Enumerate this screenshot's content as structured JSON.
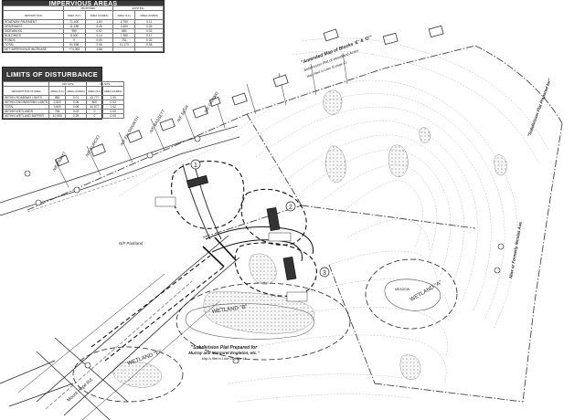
{
  "impervious_table": {
    "title": "IMPERVIOUS AREAS",
    "group_headers": [
      "PROPOSED",
      "EXISTING"
    ],
    "columns": [
      "DESCRIPTION",
      "AREA (S.F.)",
      "AREA (ACRES)",
      "AREA (S.F.)",
      "AREA (ACRES)"
    ],
    "rows": [
      [
        "ROADWAY PAVEMENT",
        "71,400",
        "1.64",
        "2,790",
        "0.11"
      ],
      [
        "DRIVEWAYS",
        "11,188",
        "0.26",
        "2,600",
        "0.06"
      ],
      [
        "SIDEWALKS",
        "950",
        "0.02",
        "680",
        "0.02"
      ],
      [
        "BUILDINGS",
        "8,000",
        "0.14",
        "7,350",
        "0.17"
      ],
      [
        "PONDS",
        "0",
        "0.00",
        "751",
        "0.02"
      ],
      [
        "TOTAL",
        "91,538",
        "2.06",
        "11,173",
        "0.38"
      ],
      [
        "NET IMPERVIOUS INCREASE",
        "+74,365",
        "1.68",
        "",
        ""
      ]
    ]
  },
  "disturbance_table": {
    "title": "LIMITS OF DISTURBANCE",
    "group_headers": [
      "OFF-SITE",
      "ON-SITE"
    ],
    "columns": [
      "DESCRIPTION OF AREA",
      "AREA (S.F.)",
      "AREA (ACRES)",
      "AREA (S.F.)",
      "AREA (ACRES)"
    ],
    "rows": [
      [
        "WITHIN ROADWAY LIMITS",
        "880",
        "0.01",
        "43,777",
        "1.00"
      ],
      [
        "WITHIN ENGINEERING LIMITS",
        "2,820",
        "0.06",
        "800",
        "0.02"
      ],
      [
        "TOTAL",
        "3,600",
        "0.08",
        "44,577",
        "1.02"
      ],
      [
        "WITHIN WETLANDS",
        "784",
        "0.02",
        "0",
        "0.00"
      ],
      [
        "WITHIN WETLAND BUFFER",
        "10,950",
        "0.25",
        "0",
        "0.00"
      ]
    ]
  },
  "labels": {
    "note_top": "\"Amended Map of Blocks 'E' & 'D'\"",
    "note_top_2": "Subdivision Plat of Woodland Acres",
    "note_top_3": "Map Filed in Liber 30 page 21",
    "note_right": "\"Subdivision Plat Prepared for\"",
    "note_bottom": "\"Subdivision Plat Prepared for",
    "note_bottom_2": "Murray and Margaret Engleton, etc.\"",
    "note_bottom_3": "Map is filed in Liber 21 page 41",
    "wetland_b": "WETLAND \"B\"",
    "wetland_e": "WETLAND \"E\"",
    "wetland_a": "WETLAND \"A\"",
    "lot_1": "1",
    "lot_2": "2",
    "lot_3": "3",
    "parkland": "N/F Parkland",
    "meadow": "MEADOW",
    "road_right": "Now or Formerly Nicolas Ave.",
    "road_bottom": "Mount Hope Rd.",
    "owner_1": "N/F ZIMAKI",
    "owner_2": "N/F CURCIO",
    "owner_3": "N/F ELLSWORTH",
    "owner_4": "N/F BASSETT",
    "owner_5": "N/F SILVA",
    "owner_6": "N/F CARINO"
  }
}
